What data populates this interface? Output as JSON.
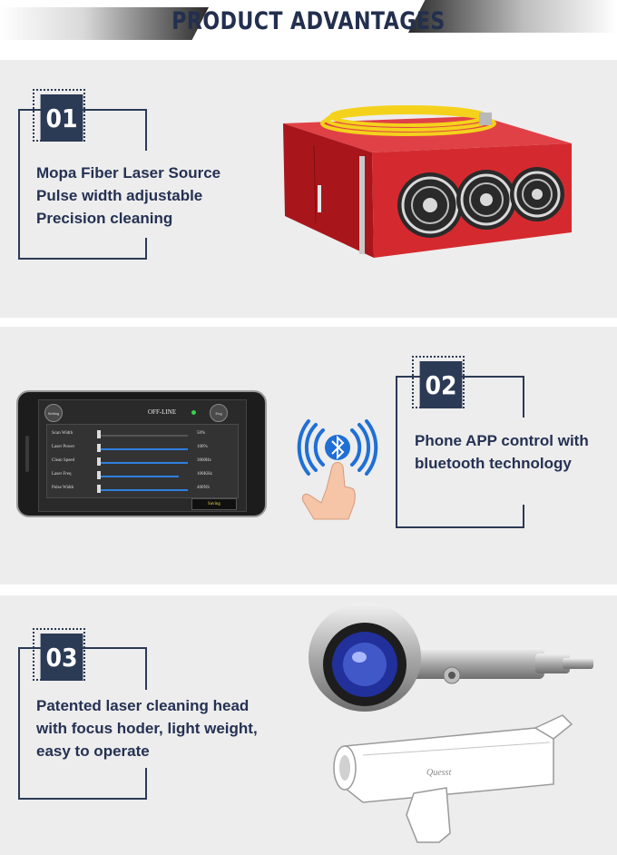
{
  "header": {
    "title": "PRODUCT ADVANTAGES"
  },
  "sections": [
    {
      "number": "01",
      "lines": [
        "Mopa Fiber Laser Source",
        "Pulse width adjustable",
        "Precision cleaning"
      ]
    },
    {
      "number": "02",
      "lines": [
        "Phone APP control with",
        "bluetooth technology"
      ]
    },
    {
      "number": "03",
      "lines": [
        "Patented laser cleaning head",
        "with focus hoder, light weight,",
        "easy to operate"
      ]
    }
  ],
  "phone_app": {
    "status": "OFF-LINE",
    "button_left": "Setting",
    "button_right": "Eng",
    "rows": [
      {
        "label": "Scan Width",
        "value": "50%",
        "fill": 0.0
      },
      {
        "label": "Laser Power",
        "value": "100%",
        "fill": 1.0
      },
      {
        "label": "Clean Speed",
        "value": "3000Hz",
        "fill": 1.0
      },
      {
        "label": "Laser Freq",
        "value": "100KHz",
        "fill": 0.9
      },
      {
        "label": "Pulse Width",
        "value": "400NS",
        "fill": 1.0
      }
    ],
    "save_label": "Saving"
  },
  "head_brand": "Quesst",
  "colors": {
    "navy": "#2b3a55",
    "section_bg": "#ededed",
    "laser_red": "#d42a2f",
    "fiber_yellow": "#f4d21c",
    "bt_blue": "#1f6fd6"
  }
}
